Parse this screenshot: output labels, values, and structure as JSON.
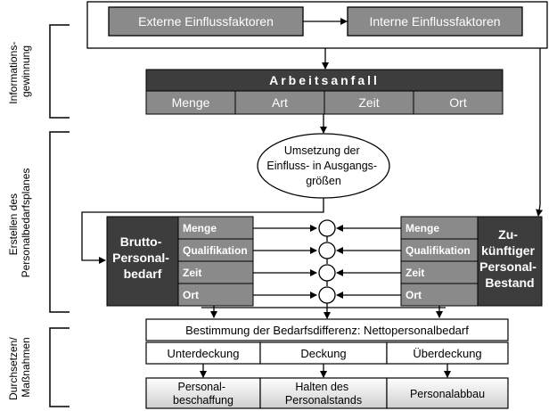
{
  "phases": {
    "info": "Informations-gewinnung",
    "info_line1": "Informations-",
    "info_line2": "gewinnung",
    "plan_line1": "Erstellen des",
    "plan_line2": "Personalbedarfsplanes",
    "act_line1": "Durchsetzen/",
    "act_line2": "Maßnahmen"
  },
  "factors": {
    "external": "Externe Einflussfaktoren",
    "internal": "Interne Einflussfaktoren"
  },
  "workload": {
    "title": "Arbeitsanfall",
    "cells": [
      "Menge",
      "Art",
      "Zeit",
      "Ort"
    ]
  },
  "conversion": {
    "line1": "Umsetzung der",
    "line2": "Einfluss- in Ausgangs-",
    "line3": "größen"
  },
  "gross": {
    "line1": "Brutto-",
    "line2": "Personal-",
    "line3": "bedarf",
    "items": [
      "Menge",
      "Qualifikation",
      "Zeit",
      "Ort"
    ]
  },
  "future": {
    "line1": "Zu-",
    "line2": "künftiger",
    "line3": "Personal-",
    "line4": "Bestand",
    "items": [
      "Menge",
      "Qualifikation",
      "Zeit",
      "Ort"
    ]
  },
  "difference": {
    "title": "Bestimmung der Bedarfsdifferenz: Nettopersonalbedarf",
    "cases": [
      "Unterdeckung",
      "Deckung",
      "Überdeckung"
    ]
  },
  "measures": {
    "m1_line1": "Personal-",
    "m1_line2": "beschaffung",
    "m2_line1": "Halten des",
    "m2_line2": "Personalstands",
    "m3": "Personalabbau"
  },
  "colors": {
    "dark": "#3d3d3d",
    "mid": "#8a8a8a",
    "light": "#d9d9d9"
  }
}
